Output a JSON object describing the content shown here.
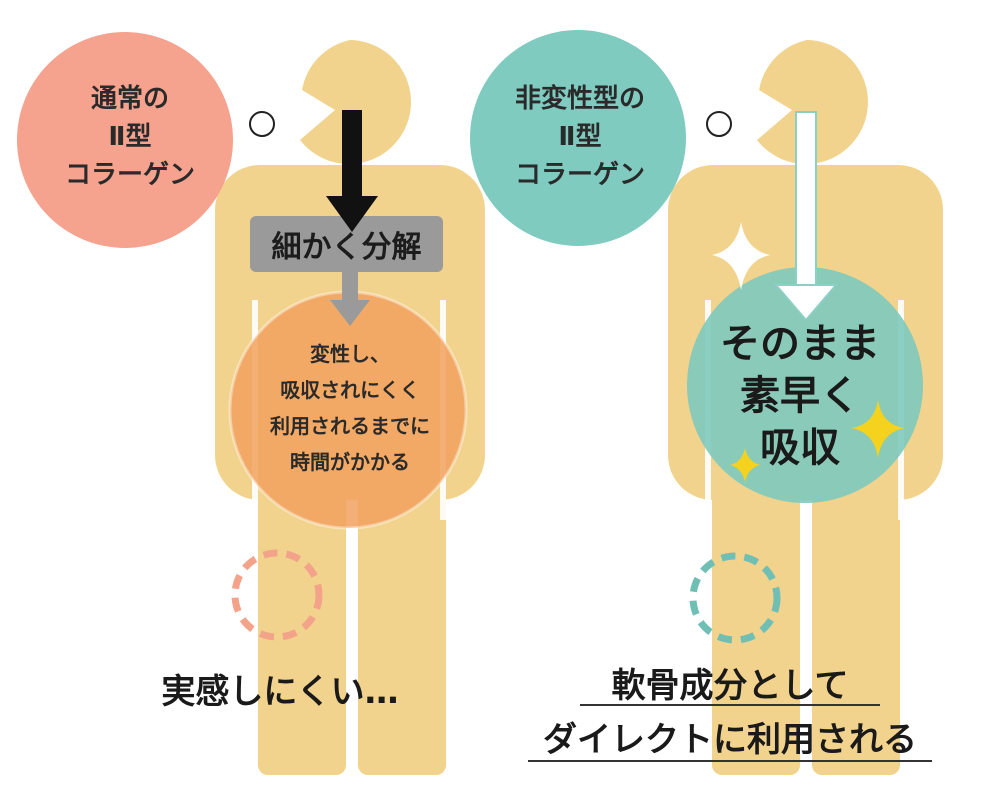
{
  "colors": {
    "body": "#f2d38d",
    "regular_circle": "#f5a38f",
    "undenatured_circle": "#7fcbc0",
    "breakdown_box": "#9a9a9a",
    "stomach_regular": "#f2a15e",
    "stomach_undenatured": "#7ec9bc",
    "sparkle": "#f5d21d"
  },
  "left_figure": {
    "circle_label_lines": [
      "通常の",
      "Ⅱ型",
      "コラーゲン"
    ],
    "breakdown_label": "細かく分解",
    "stomach_lines": [
      "変性し、",
      "吸収されにくく",
      "利用されるまでに",
      "時間がかかる"
    ],
    "bottom_caption": "実感しにくい…"
  },
  "right_figure": {
    "circle_label_lines": [
      "非変性型の",
      "Ⅱ型",
      "コラーゲン"
    ],
    "stomach_lines": [
      "そのまま",
      "素早く",
      "吸収"
    ],
    "bottom_caption_lines": [
      "軟骨成分として",
      "ダイレクトに利用される"
    ]
  }
}
